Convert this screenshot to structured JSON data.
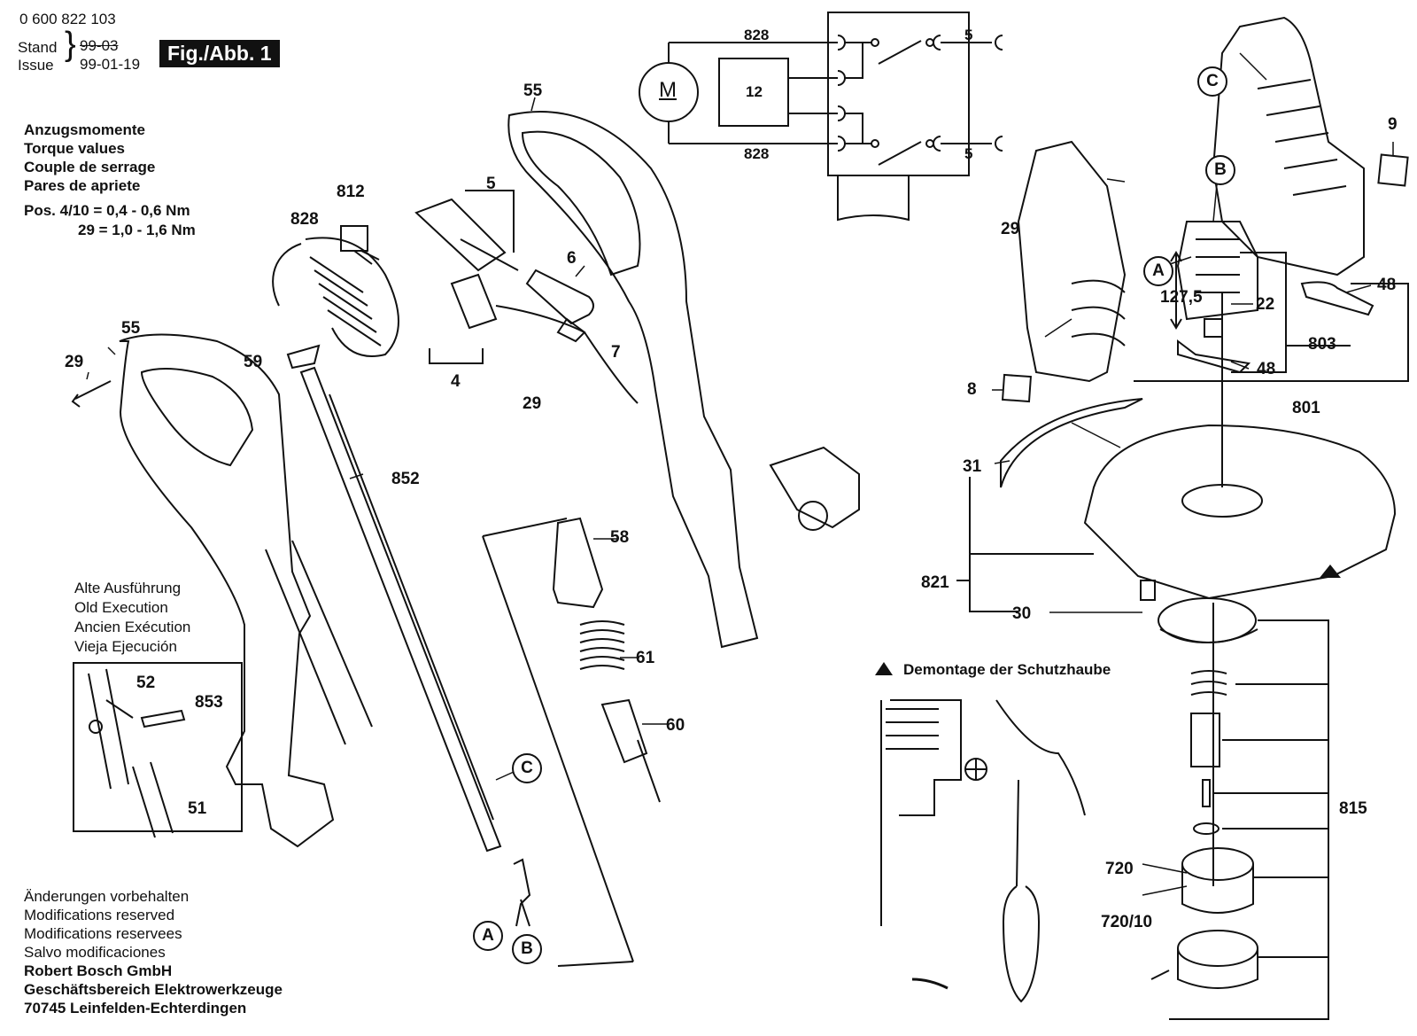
{
  "header": {
    "part_number": "0 600 822 103",
    "stand_label": "Stand",
    "issue_label": "Issue",
    "stand_date": "99-03",
    "issue_date": "99-01-19",
    "fig_label": "Fig./Abb. 1"
  },
  "torque": {
    "line1": "Anzugsmomente",
    "line2": "Torque values",
    "line3": "Couple de serrage",
    "line4": "Pares de apriete",
    "line5": "Pos. 4/10 = 0,4 - 0,6 Nm",
    "line6": "29 = 1,0 - 1,6 Nm"
  },
  "old_execution": {
    "line1": "Alte Ausführung",
    "line2": "Old Execution",
    "line3": "Ancien Exécution",
    "line4": "Vieja Ejecución"
  },
  "footer": {
    "line1": "Änderungen vorbehalten",
    "line2": "Modifications reserved",
    "line3": "Modifications reservees",
    "line4": "Salvo modificaciones",
    "line5": "Robert Bosch GmbH",
    "line6": "Geschäftsbereich Elektrowerkzeuge",
    "line7": "70745 Leinfelden-Echterdingen"
  },
  "demontage": "Demontage der Schutzhaube",
  "schematic": {
    "motor": "M",
    "box": "12",
    "wire_top": "828",
    "wire_bottom": "828",
    "plug_top": "5",
    "plug_bottom": "5"
  },
  "dimension": "127,5",
  "labels": {
    "p55a": "55",
    "p55b": "55",
    "p29a": "29",
    "p29b": "29",
    "p29c": "29",
    "p812": "812",
    "p828": "828",
    "p5": "5",
    "p6": "6",
    "p7": "7",
    "p4": "4",
    "p59": "59",
    "p852": "852",
    "p58": "58",
    "p61": "61",
    "p60": "60",
    "p52": "52",
    "p853": "853",
    "p51": "51",
    "p9": "9",
    "p48a": "48",
    "p48b": "48",
    "p22": "22",
    "p803": "803",
    "p801": "801",
    "p8": "8",
    "p31": "31",
    "p821": "821",
    "p30": "30",
    "p815": "815",
    "p720": "720",
    "p720_10": "720/10"
  },
  "circles": {
    "cA1": "A",
    "cB1": "B",
    "cC1": "C",
    "cA2": "A",
    "cB2": "B",
    "cC2": "C"
  }
}
